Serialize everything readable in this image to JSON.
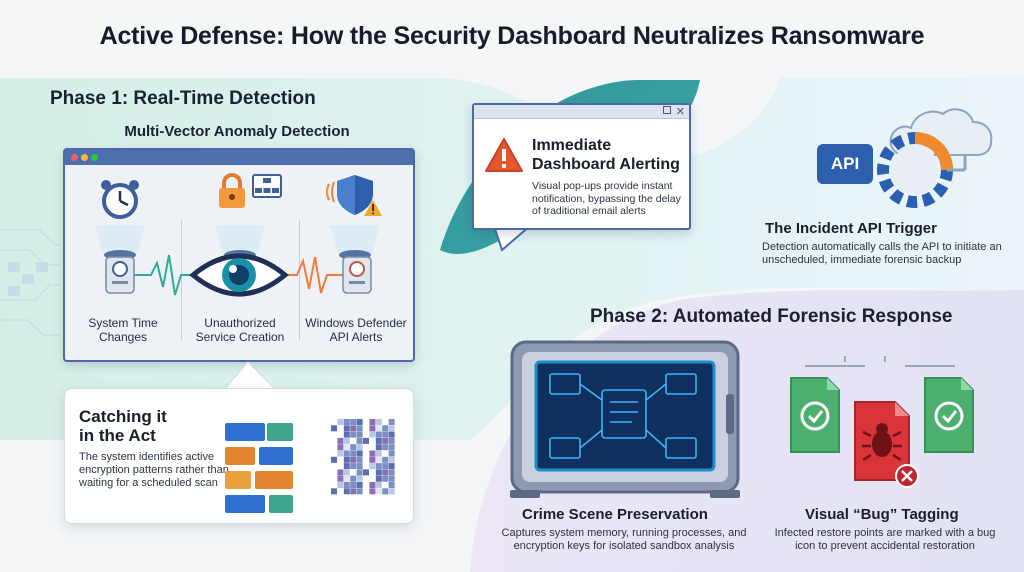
{
  "title": "Active Defense: How the Security Dashboard Neutralizes Ransomware",
  "phase1": {
    "heading": "Phase 1: Real-Time Detection",
    "detection_heading": "Multi-Vector Anomaly Detection",
    "vectors": [
      {
        "label_lines": [
          "System Time",
          "Changes"
        ],
        "icon": "alarm-clock-icon"
      },
      {
        "label_lines": [
          "Unauthorized",
          "Service Creation"
        ],
        "icon": "padlock-icon"
      },
      {
        "label_lines": [
          "Windows Defender",
          "API Alerts"
        ],
        "icon": "shield-warning-icon"
      }
    ],
    "catch": {
      "title_lines": [
        "Catching it",
        "in the Act"
      ],
      "body": "The system identifies active encryption patterns rather than waiting for a scheduled scan"
    }
  },
  "alert": {
    "title_lines": [
      "Immediate",
      "Dashboard Alerting"
    ],
    "body": "Visual pop-ups provide instant notification, bypassing the delay of traditional email alerts"
  },
  "api": {
    "badge": "API",
    "title": "The Incident API Trigger",
    "body": "Detection automatically calls the API to initiate an unscheduled, immediate forensic backup"
  },
  "phase2": {
    "heading": "Phase 2: Automated Forensic Response",
    "crime": {
      "title": "Crime Scene Preservation",
      "body": "Captures system memory, running processes, and encryption keys for isolated sandbox analysis"
    },
    "bug": {
      "title": "Visual “Bug” Tagging",
      "body": "Infected restore points are marked with a bug icon to prevent accidental restoration"
    }
  },
  "colors": {
    "accent_blue": "#4e6fae",
    "alert_red": "#e4572e",
    "safe_green": "#4caf6e",
    "bug_red": "#d8343a",
    "pulse_green": "#2fae8f",
    "pulse_orange": "#f07a3a"
  }
}
